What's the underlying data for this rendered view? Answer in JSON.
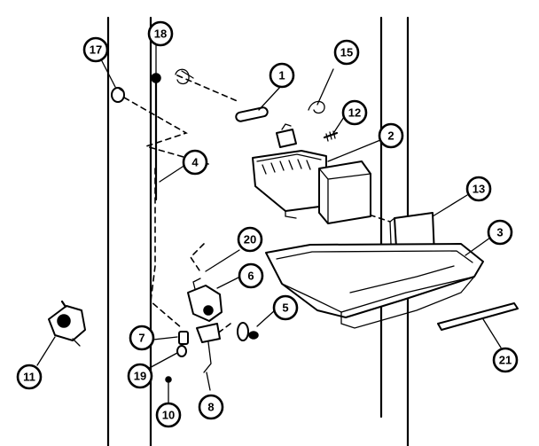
{
  "diagram": {
    "callouts": [
      {
        "id": "c1",
        "label": "1"
      },
      {
        "id": "c2",
        "label": "2"
      },
      {
        "id": "c3",
        "label": "3"
      },
      {
        "id": "c4",
        "label": "4"
      },
      {
        "id": "c5",
        "label": "5"
      },
      {
        "id": "c6",
        "label": "6"
      },
      {
        "id": "c7",
        "label": "7"
      },
      {
        "id": "c8",
        "label": "8"
      },
      {
        "id": "c10",
        "label": "10"
      },
      {
        "id": "c11",
        "label": "11"
      },
      {
        "id": "c12",
        "label": "12"
      },
      {
        "id": "c13",
        "label": "13"
      },
      {
        "id": "c15",
        "label": "15"
      },
      {
        "id": "c17",
        "label": "17"
      },
      {
        "id": "c18",
        "label": "18"
      },
      {
        "id": "c19",
        "label": "19"
      },
      {
        "id": "c20",
        "label": "20"
      },
      {
        "id": "c21",
        "label": "21"
      }
    ]
  }
}
